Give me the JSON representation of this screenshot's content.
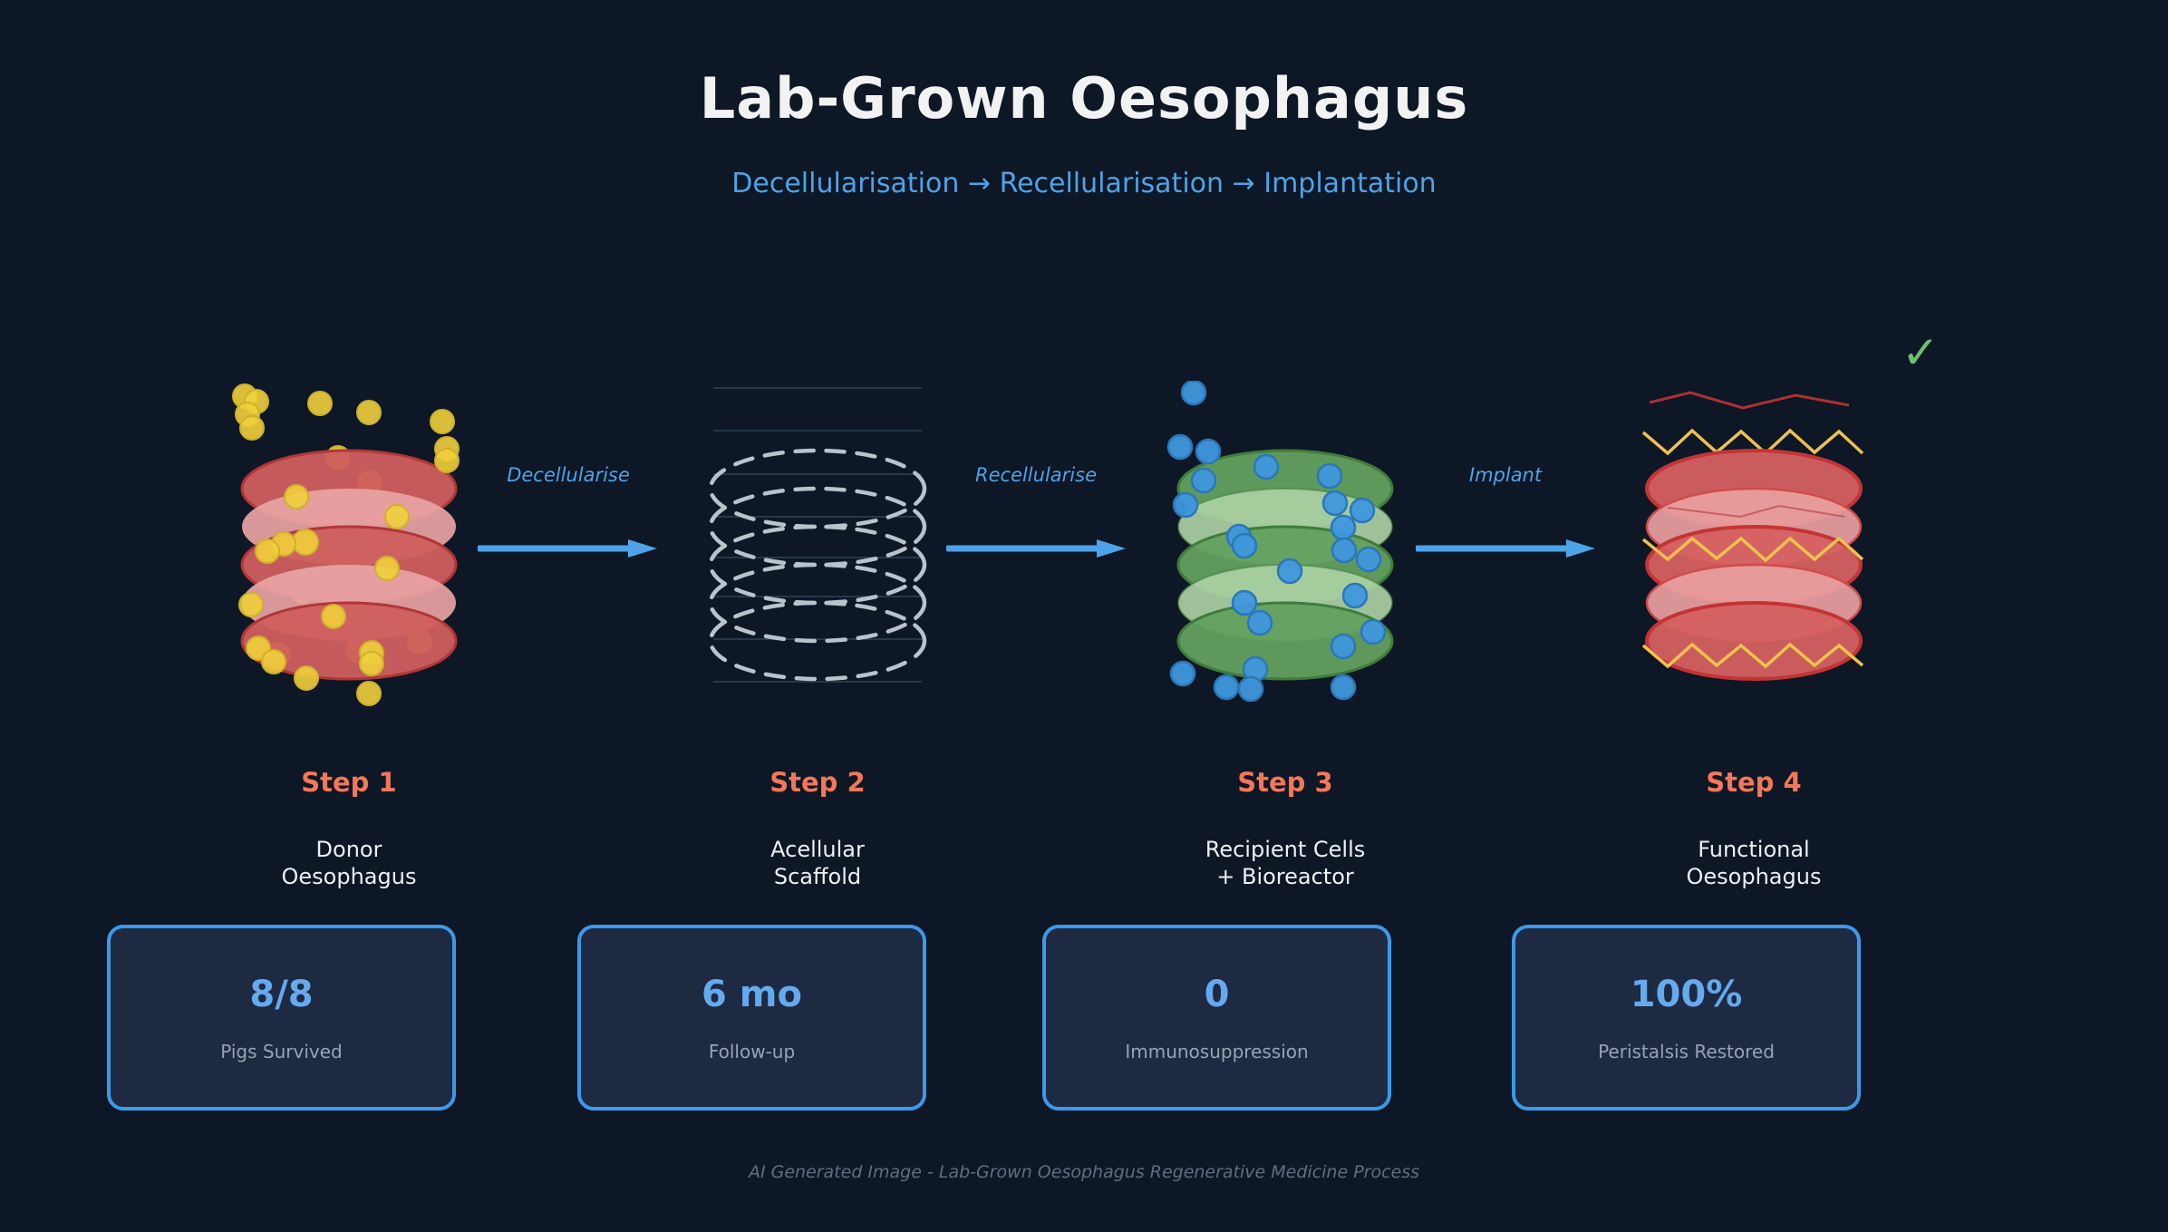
{
  "header": {
    "title": "Lab-Grown Oesophagus",
    "subtitle": "Decellularisation → Recellularisation → Implantation"
  },
  "arrows": [
    {
      "label": "Decellularise"
    },
    {
      "label": "Recellularise"
    },
    {
      "label": "Implant"
    }
  ],
  "steps": [
    {
      "label": "Step 1",
      "desc_line1": "Donor",
      "desc_line2": "Oesophagus",
      "illustration": "donor-oesophagus"
    },
    {
      "label": "Step 2",
      "desc_line1": "Acellular",
      "desc_line2": "Scaffold",
      "illustration": "acellular-scaffold"
    },
    {
      "label": "Step 3",
      "desc_line1": "Recipient Cells",
      "desc_line2": "+ Bioreactor",
      "illustration": "recipient-cells-bioreactor"
    },
    {
      "label": "Step 4",
      "desc_line1": "Functional",
      "desc_line2": "Oesophagus",
      "illustration": "functional-oesophagus"
    }
  ],
  "stats": [
    {
      "value": "8/8",
      "label": "Pigs Survived"
    },
    {
      "value": "6 mo",
      "label": "Follow-up"
    },
    {
      "value": "0",
      "label": "Immunosuppression"
    },
    {
      "value": "100%",
      "label": "Peristalsis Restored"
    }
  ],
  "icons": {
    "success_check": "✓"
  },
  "footer": {
    "text": "AI Generated Image - Lab-Grown Oesophagus Regenerative Medicine Process"
  },
  "colors": {
    "background": "#0d1725",
    "title_white": "#f2f2f2",
    "accent_blue": "#4da3e8",
    "step_label_coral": "#f4775a",
    "stat_value_blue": "#64aaed",
    "stat_label_gray": "#9aa3b2",
    "stat_box_fill": "#1e2942",
    "stat_box_border": "#3b9ae8",
    "footer_gray": "#5f6f82",
    "check_green": "#6cc06e",
    "donor_red_dark": "#cf5e5e",
    "donor_red_light": "#e9a4a4",
    "donor_stroke": "#b23636",
    "cell_yellow": "#f1cf3b",
    "cell_yellow_stroke": "#cdb12e",
    "scaffold_gray": "#b9c3cb",
    "scaffold_line": "#3a4c60",
    "bioreactor_green_dark": "#63a05e",
    "bioreactor_green_light": "#abd0a3",
    "bioreactor_stroke": "#3f7c3c",
    "cell_blue": "#3f97dd",
    "cell_blue_stroke": "#2b77b8",
    "implant_red_dark": "#d66060",
    "implant_red_light": "#e9a0a0",
    "implant_stroke": "#c43434",
    "zigzag_yellow": "#efc14e",
    "nerve_red": "#b03030"
  }
}
